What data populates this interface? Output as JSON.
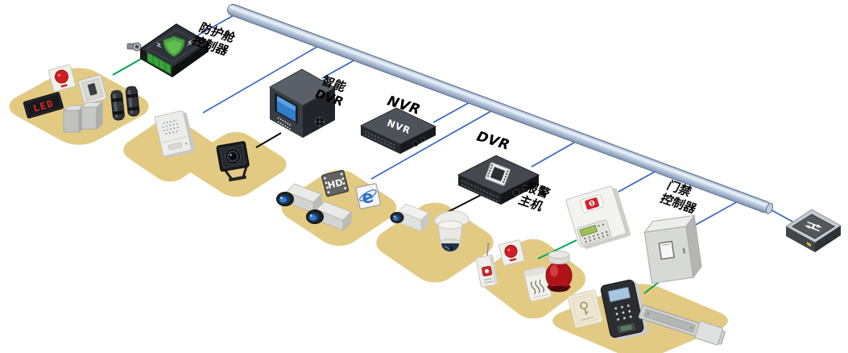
{
  "diagram": {
    "type": "security-system-topology",
    "labels": {
      "cabin_controller": "防护舱\n控制器",
      "smart_dvr": "智能\nDVR",
      "nvr": "NVR",
      "dvr": "DVR",
      "alarm_host": "报警\n主机",
      "access_controller": "门禁\n控制器"
    },
    "device_texts": {
      "nvr_front": "NVR",
      "led_display": "LED",
      "hd_badge": "HD",
      "ie_badge": "e"
    },
    "colors": {
      "platform": "#e3ca83",
      "bus_branch_line": "#2f62c8",
      "sensor_link_line": "#00a550",
      "video_link_line": "#0a0a0a",
      "pipe_mid": "#b7c8dd",
      "shield_green": "#4aa644",
      "alarm_red": "#d01f24"
    },
    "connections": [
      {
        "from": "protection-cabin-controller",
        "to": "bus-pipe",
        "link": "blue"
      },
      {
        "from": "platform-cabin-devices",
        "to": "protection-cabin-controller",
        "link": "green"
      },
      {
        "from": "platform-intercom",
        "to": "bus-pipe",
        "link": "blue"
      },
      {
        "from": "smart-dvr",
        "to": "bus-pipe",
        "link": "blue"
      },
      {
        "from": "platform-mini-camera",
        "to": "smart-dvr",
        "link": "black"
      },
      {
        "from": "nvr",
        "to": "bus-pipe",
        "link": "blue"
      },
      {
        "from": "platform-ip-cameras",
        "to": "bus-pipe",
        "link": "blue"
      },
      {
        "from": "dvr",
        "to": "bus-pipe",
        "link": "blue"
      },
      {
        "from": "platform-analog-cameras",
        "to": "dvr",
        "link": "black"
      },
      {
        "from": "alarm-host",
        "to": "bus-pipe",
        "link": "blue"
      },
      {
        "from": "platform-alarm-devices",
        "to": "alarm-host",
        "link": "green"
      },
      {
        "from": "access-controller",
        "to": "bus-pipe",
        "link": "blue"
      },
      {
        "from": "platform-access-devices",
        "to": "access-controller",
        "link": "green"
      },
      {
        "from": "bus-pipe",
        "to": "network-switch",
        "link": "blue"
      }
    ]
  }
}
